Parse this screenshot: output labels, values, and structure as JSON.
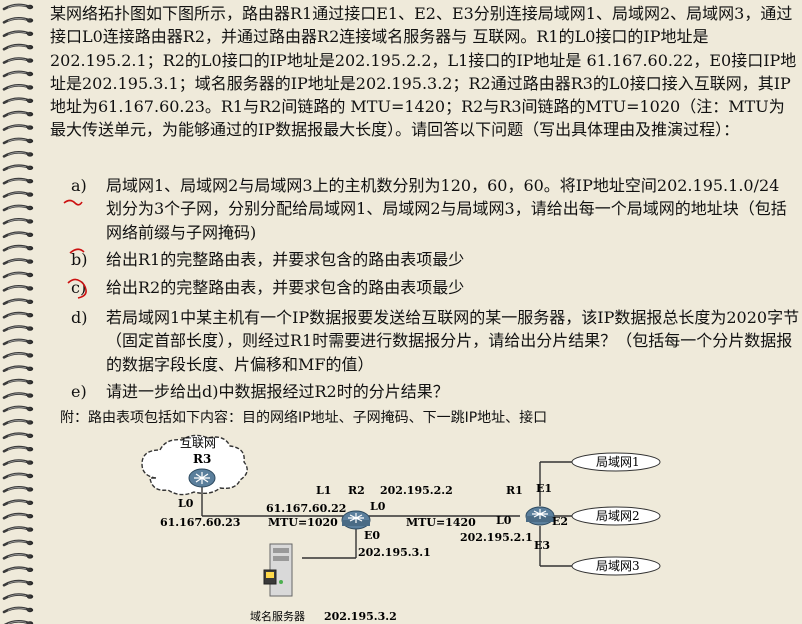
{
  "intro": "某网络拓扑图如下图所示，路由器R1通过接口E1、E2、E3分别连接局域网1、局域网2、局域网3，通过接口L0连接路由器R2，并通过路由器R2连接域名服务器与 互联网。R1的L0接口的IP地址是202.195.2.1；R2的L0接口的IP地址是202.195.2.2，L1接口的IP地址是 61.167.60.22，E0接口IP地址是202.195.3.1；域名服务器的IP地址是202.195.3.2；R2通过路由器R3的L0接口接入互联网，其IP地址为61.167.60.23。R1与R2间链路的 MTU=1420；R2与R3间链路的MTU=1020（注：MTU为最大传送单元，为能够通过的IP数据报最大长度）。请回答以下问题（写出具体理由及推演过程）：",
  "questions": [
    {
      "label": "a)",
      "text": "局域网1、局域网2与局域网3上的主机数分别为120，60，60。将IP地址空间202.195.1.0/24 划分为3个子网，分别分配给局域网1、局域网2与局域网3，请给出每一个局域网的地址块（包括网络前缀与子网掩码)"
    },
    {
      "label": "b)",
      "text": "给出R1的完整路由表，并要求包含的路由表项最少"
    },
    {
      "label": "c)",
      "text": "给出R2的完整路由表，并要求包含的路由表项最少"
    },
    {
      "label": "d)",
      "text": "若局域网1中某主机有一个IP数据报要发送给互联网的某一服务器，该IP数据报总长度为2020字节（固定首部长度），则经过R1时需要进行数据报分片，请给出分片结果？（包括每一个分片数据报的数据字段长度、片偏移和MF的值）"
    },
    {
      "label": "e)",
      "text": "请进一步给出d)中数据报经过R2时的分片结果？"
    }
  ],
  "note": "附：路由表项包括如下内容：目的网络IP地址、子网掩码、下一跳IP地址、接口",
  "diagram": {
    "cloud_label": "互联网",
    "r3_label": "R3",
    "r3_l0_label": "L0",
    "r3_ip": "61.167.60.23",
    "r2_l1_label": "L1",
    "r2_label": "R2",
    "r2_l1_ip": "61.167.60.22",
    "mtu_left": "MTU=1020",
    "r2_l0_ip": "202.195.2.2",
    "r2_l0_label": "L0",
    "r2_e0_label": "E0",
    "r2_e0_ip": "202.195.3.1",
    "mtu_right": "MTU=1420",
    "r1_label": "R1",
    "r1_l0_label": "L0",
    "r1_l0_ip": "202.195.2.1",
    "r1_e1": "E1",
    "r1_e2": "E2",
    "r1_e3": "E3",
    "lan1": "局域网1",
    "lan2": "局域网2",
    "lan3": "局域网3",
    "dns_label": "域名服务器",
    "dns_ip": "202.195.3.2"
  },
  "colors": {
    "background": "#efeada",
    "router": "#5b7f9c",
    "ink": "#111111",
    "annotation": "#cc1111"
  }
}
